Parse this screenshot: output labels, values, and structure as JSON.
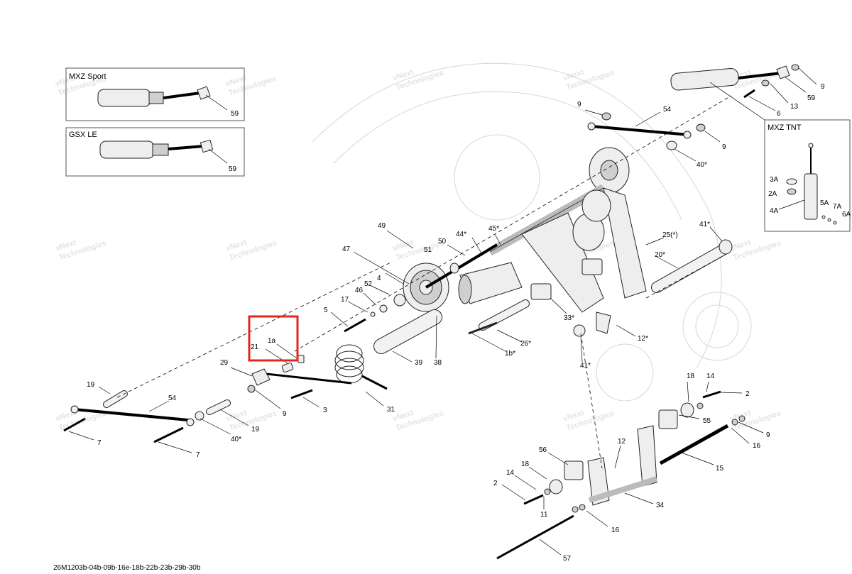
{
  "document_id": "26M1203b-04b-09b-16e-18b-22b-23b-29b-30b",
  "watermark": [
    "vNext",
    "Technologies"
  ],
  "highlight_color": "#e32620",
  "insets": {
    "mxz_sport": {
      "title": "MXZ Sport",
      "part": "59"
    },
    "gsx_le": {
      "title": "GSX LE",
      "part": "59"
    },
    "mxz_tnt": {
      "title": "MXZ TNT",
      "parts": [
        "3A",
        "2A",
        "4A",
        "5A",
        "7A",
        "6A"
      ]
    }
  },
  "callouts": {
    "c9a": "9",
    "c59a": "59",
    "c13": "13",
    "c6": "6",
    "c9b": "9",
    "c54a": "54",
    "c9c": "9",
    "c40a": "40*",
    "c41a": "41*",
    "c25": "25(*)",
    "c20": "20*",
    "c49": "49",
    "c50": "50",
    "c44": "44*",
    "c45": "45*",
    "c51": "51",
    "c47": "47",
    "c4": "4",
    "c52": "52",
    "c46": "46",
    "c17": "17",
    "c5a": "5",
    "c33": "33*",
    "c26": "26*",
    "c1b": "1b*",
    "c12a": "12*",
    "c41b": "41*",
    "c39": "39",
    "c38": "38",
    "c1a": "1a",
    "c21": "21",
    "c29": "29",
    "c3": "3",
    "c31": "31",
    "c19a": "19",
    "c54b": "54",
    "c9d": "9",
    "c19b": "19",
    "c40b": "40*",
    "c7a": "7",
    "c7b": "7",
    "c18a": "18",
    "c14a": "14",
    "c2a": "2",
    "c55": "55",
    "c9e": "9",
    "c16a": "16",
    "c15": "15",
    "c12b": "12",
    "c56": "56",
    "c18b": "18",
    "c14b": "14",
    "c2b": "2",
    "c11": "11",
    "c34": "34",
    "c16b": "16",
    "c57": "57"
  }
}
